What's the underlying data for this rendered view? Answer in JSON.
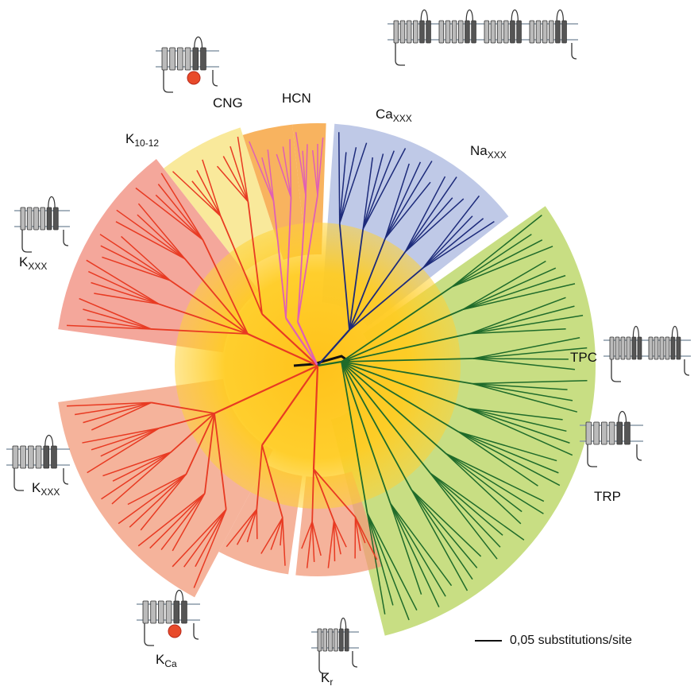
{
  "labels": {
    "cng": {
      "main": "CNG",
      "sub": ""
    },
    "hcn": {
      "main": "HCN",
      "sub": ""
    },
    "cav": {
      "main": "Ca",
      "sub": "XXX"
    },
    "k1012": {
      "main": "K",
      "sub": "10-12"
    },
    "nav": {
      "main": "Na",
      "sub": "XXX"
    },
    "kxxx_top": {
      "main": "K",
      "sub": "XXX"
    },
    "tpc": {
      "main": "TPC",
      "sub": ""
    },
    "trp": {
      "main": "TRP",
      "sub": ""
    },
    "kxxx_bottom": {
      "main": "K",
      "sub": "XXX"
    },
    "kca": {
      "main": "K",
      "sub": "Ca"
    },
    "kr": {
      "main": "K",
      "sub": "r"
    }
  },
  "scale_bar": {
    "label": "0,05 substitutions/site"
  },
  "clades": [
    {
      "id": "kxxx-top",
      "color": "#e83a22",
      "shade": "#f08a7a",
      "label_key": "kxxx_top"
    },
    {
      "id": "k10-12",
      "color": "#e83a22",
      "shade": "#f7e27a",
      "label_key": "k1012"
    },
    {
      "id": "cng",
      "color": "#e05fb5",
      "shade": "#f59a2a",
      "label_key": "cng"
    },
    {
      "id": "hcn",
      "color": "#e05fb5",
      "shade": "#f59a2a",
      "label_key": "hcn"
    },
    {
      "id": "na-ca",
      "color": "#1c2a7a",
      "shade": "#a9b7df",
      "label_key": "nav"
    },
    {
      "id": "tpc-trp",
      "color": "#1f6b2a",
      "shade": "#b5d35a",
      "label_key": "tpc"
    },
    {
      "id": "kr",
      "color": "#e83a22",
      "shade": "#f29a7a",
      "label_key": "kr"
    },
    {
      "id": "kca",
      "color": "#e83a22",
      "shade": "#f29a7a",
      "label_key": "kca"
    },
    {
      "id": "kxxx-bottom",
      "color": "#e83a22",
      "shade": "#f29a7a",
      "label_key": "kxxx_bottom"
    }
  ],
  "topology_icons": [
    {
      "name": "cng-topology-icon",
      "segments": 1,
      "has_domain": true
    },
    {
      "name": "cav-topology-icon",
      "segments": 4,
      "has_domain": false
    },
    {
      "name": "kxxx-top-topology-icon",
      "segments": 1,
      "has_domain": false
    },
    {
      "name": "tpc-topology-icon",
      "segments": 2,
      "has_domain": false
    },
    {
      "name": "trp-topology-icon",
      "segments": 1,
      "has_domain": false
    },
    {
      "name": "kxxx-bottom-topology-icon",
      "segments": 1,
      "has_domain": false
    },
    {
      "name": "kca-topology-icon",
      "segments": 1,
      "has_domain": true
    },
    {
      "name": "kr-topology-icon",
      "segments": 1,
      "has_domain": false
    }
  ]
}
